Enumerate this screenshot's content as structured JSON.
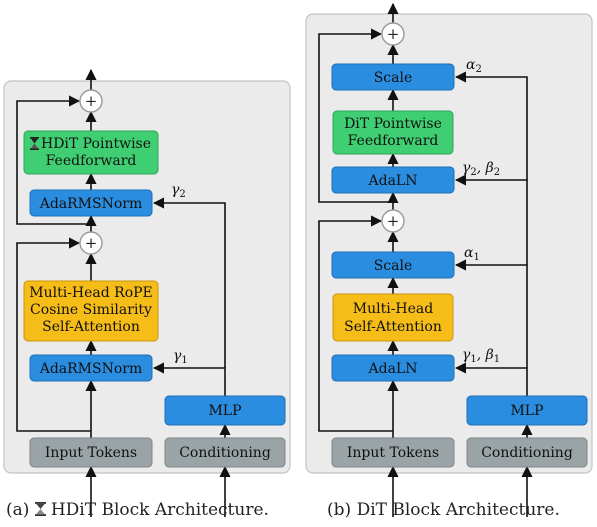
{
  "panel_a": {
    "caption_prefix": "(a)",
    "caption_text": "HDiT Block Architecture.",
    "caption_icon": "hourglass-icon",
    "blocks": {
      "input": "Input Tokens",
      "conditioning": "Conditioning",
      "mlp": "MLP",
      "norm1": "AdaRMSNorm",
      "attention": [
        "Multi-Head RoPE",
        "Cosine Similarity",
        "Self-Attention"
      ],
      "norm2": "AdaRMSNorm",
      "ff": [
        "HDiT Pointwise",
        "Feedforward"
      ]
    },
    "labels": {
      "gamma1": "γ",
      "gamma1_sub": "1",
      "gamma2": "γ",
      "gamma2_sub": "2"
    }
  },
  "panel_b": {
    "caption_prefix": "(b)",
    "caption_text": "DiT Block Architecture.",
    "blocks": {
      "input": "Input Tokens",
      "conditioning": "Conditioning",
      "mlp": "MLP",
      "adaln1": "AdaLN",
      "attention": [
        "Multi-Head",
        "Self-Attention"
      ],
      "scale1": "Scale",
      "adaln2": "AdaLN",
      "ff": [
        "DiT Pointwise",
        "Feedforward"
      ],
      "scale2": "Scale"
    },
    "labels": {
      "gb1": "γ",
      "gb1_sub1": "1",
      "gb1_sep": ", β",
      "gb1_sub2": "1",
      "alpha1": "α",
      "alpha1_sub": "1",
      "gb2": "γ",
      "gb2_sub1": "2",
      "gb2_sep": ", β",
      "gb2_sub2": "2",
      "alpha2": "α",
      "alpha2_sub": "2"
    }
  },
  "symbols": {
    "plus": "+"
  },
  "colors": {
    "panel_fill": "#ebebeb",
    "panel_stroke": "#c4c4c4",
    "gray_box": "#9aa3a6",
    "blue_box": "#2b8de0",
    "green_box": "#3fcf72",
    "orange_box": "#f6bd18",
    "line": "#111111"
  }
}
